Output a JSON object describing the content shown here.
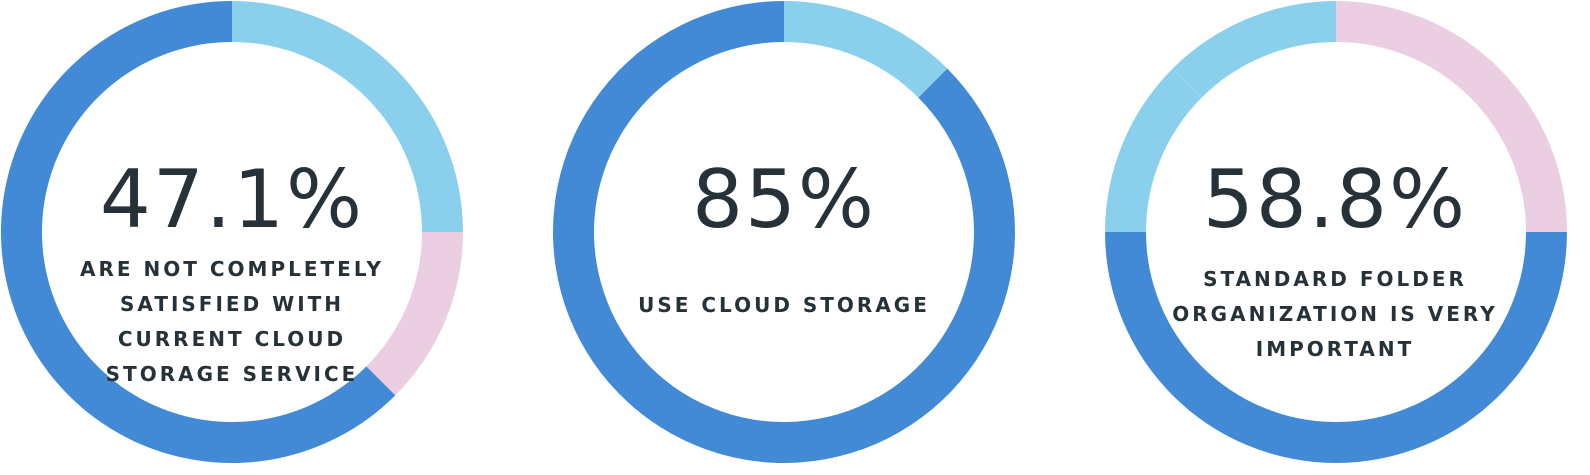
{
  "colors": {
    "dark_blue": "#438ad6",
    "light_blue": "#8acfec",
    "pink": "#ebcee2",
    "text": "#263238"
  },
  "chart_data": [
    {
      "type": "pie",
      "style": "donut",
      "value_label": "47.1%",
      "caption_lines": [
        "ARE NOT COMPLETELY",
        "SATISFIED WITH",
        "CURRENT CLOUD",
        "STORAGE SERVICE"
      ],
      "slices": [
        {
          "value": 25,
          "color": "#8acfec"
        },
        {
          "value": 12.5,
          "color": "#ebcee2"
        },
        {
          "value": 62.5,
          "color": "#438ad6"
        }
      ]
    },
    {
      "type": "pie",
      "style": "donut",
      "value_label": "85%",
      "caption_lines": [
        "USE CLOUD STORAGE"
      ],
      "slices": [
        {
          "value": 12.5,
          "color": "#8acfec"
        },
        {
          "value": 87.5,
          "color": "#438ad6"
        }
      ]
    },
    {
      "type": "pie",
      "style": "donut",
      "value_label": "58.8%",
      "caption_lines": [
        "STANDARD FOLDER",
        "ORGANIZATION IS VERY",
        "IMPORTANT"
      ],
      "slices": [
        {
          "value": 12.5,
          "color": "#8acfec"
        },
        {
          "value": 25,
          "color": "#ebcee2"
        },
        {
          "value": 50,
          "color": "#438ad6"
        },
        {
          "value": 12.5,
          "color": "#8acfec"
        }
      ]
    }
  ]
}
